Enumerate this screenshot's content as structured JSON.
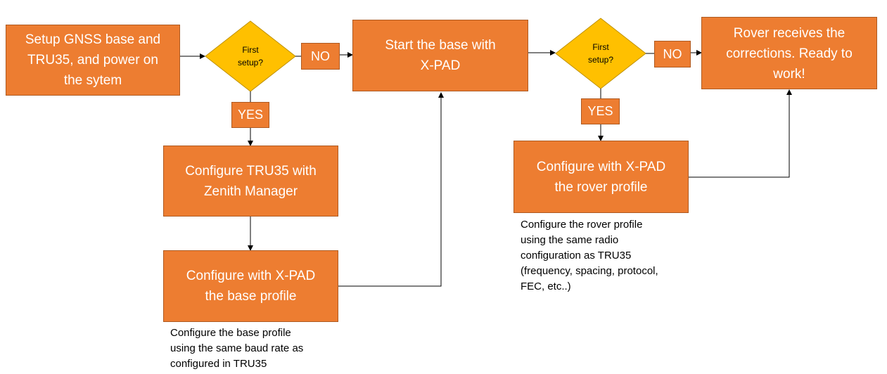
{
  "colors": {
    "box_fill": "#ed7d31",
    "box_border": "#ae5a21",
    "decision_fill": "#ffc000",
    "decision_border": "#bf9000",
    "connector": "#000000"
  },
  "steps": {
    "setup": "Setup GNSS base and\nTRU35, and power on\nthe sytem",
    "start_base": "Start the base with\nX-PAD",
    "configure_tru35": "Configure TRU35 with\nZenith Manager",
    "configure_base_profile": "Configure with X-PAD\nthe base profile",
    "configure_rover_profile": "Configure with X-PAD\nthe rover profile",
    "rover_ready": "Rover receives the\ncorrections. Ready to\nwork!"
  },
  "decisions": {
    "first_setup_1": "First\nsetup?",
    "first_setup_2": "First\nsetup?"
  },
  "labels": {
    "no_1": "NO",
    "yes_1": "YES",
    "no_2": "NO",
    "yes_2": "YES"
  },
  "notes": {
    "base_profile": "Configure the base profile\nusing the same baud rate as\nconfigured in TRU35",
    "rover_profile": "Configure the rover profile\nusing the same radio\nconfiguration as TRU35\n(frequency, spacing, protocol,\nFEC, etc..)"
  }
}
